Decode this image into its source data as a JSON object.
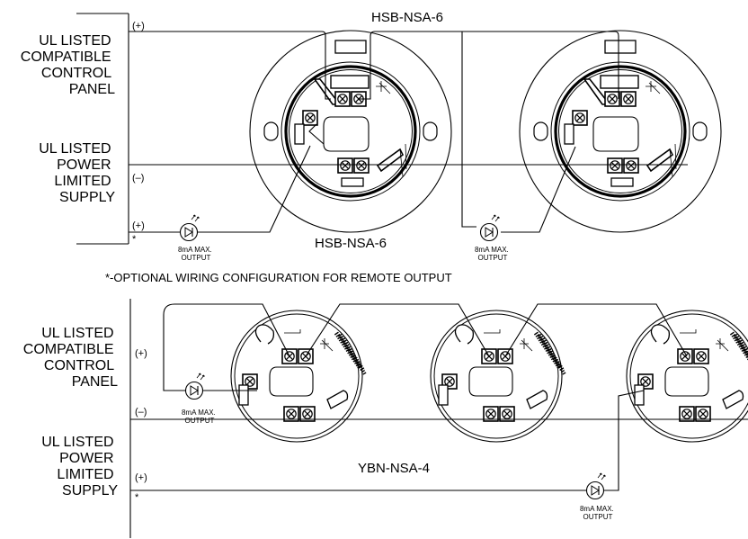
{
  "top_section": {
    "model_top": "HSB-NSA-6",
    "model_bottom": "HSB-NSA-6",
    "panel_label": [
      "UL LISTED",
      "COMPATIBLE",
      "CONTROL",
      "PANEL"
    ],
    "supply_label": [
      "UL LISTED",
      "POWER",
      "LIMITED",
      "SUPPLY"
    ],
    "sign_plus_1": "(+)",
    "sign_minus": "(–)",
    "sign_plus_2": "(+)",
    "asterisk": "*",
    "led_1_output": [
      "8mA MAX.",
      "OUTPUT"
    ],
    "led_2_output": [
      "8mA MAX.",
      "OUTPUT"
    ]
  },
  "note": "*-OPTIONAL WIRING CONFIGURATION FOR REMOTE OUTPUT",
  "bottom_section": {
    "model": "YBN-NSA-4",
    "panel_label": [
      "UL LISTED",
      "COMPATIBLE",
      "CONTROL",
      "PANEL"
    ],
    "supply_label": [
      "UL LISTED",
      "POWER",
      "LIMITED",
      "SUPPLY"
    ],
    "sign_plus_1": "(+)",
    "sign_minus": "(–)",
    "sign_plus_2": "(+)",
    "asterisk": "*",
    "led_1_output": [
      "8mA MAX.",
      "OUTPUT"
    ],
    "led_2_output": [
      "8mA MAX.",
      "OUTPUT"
    ]
  }
}
